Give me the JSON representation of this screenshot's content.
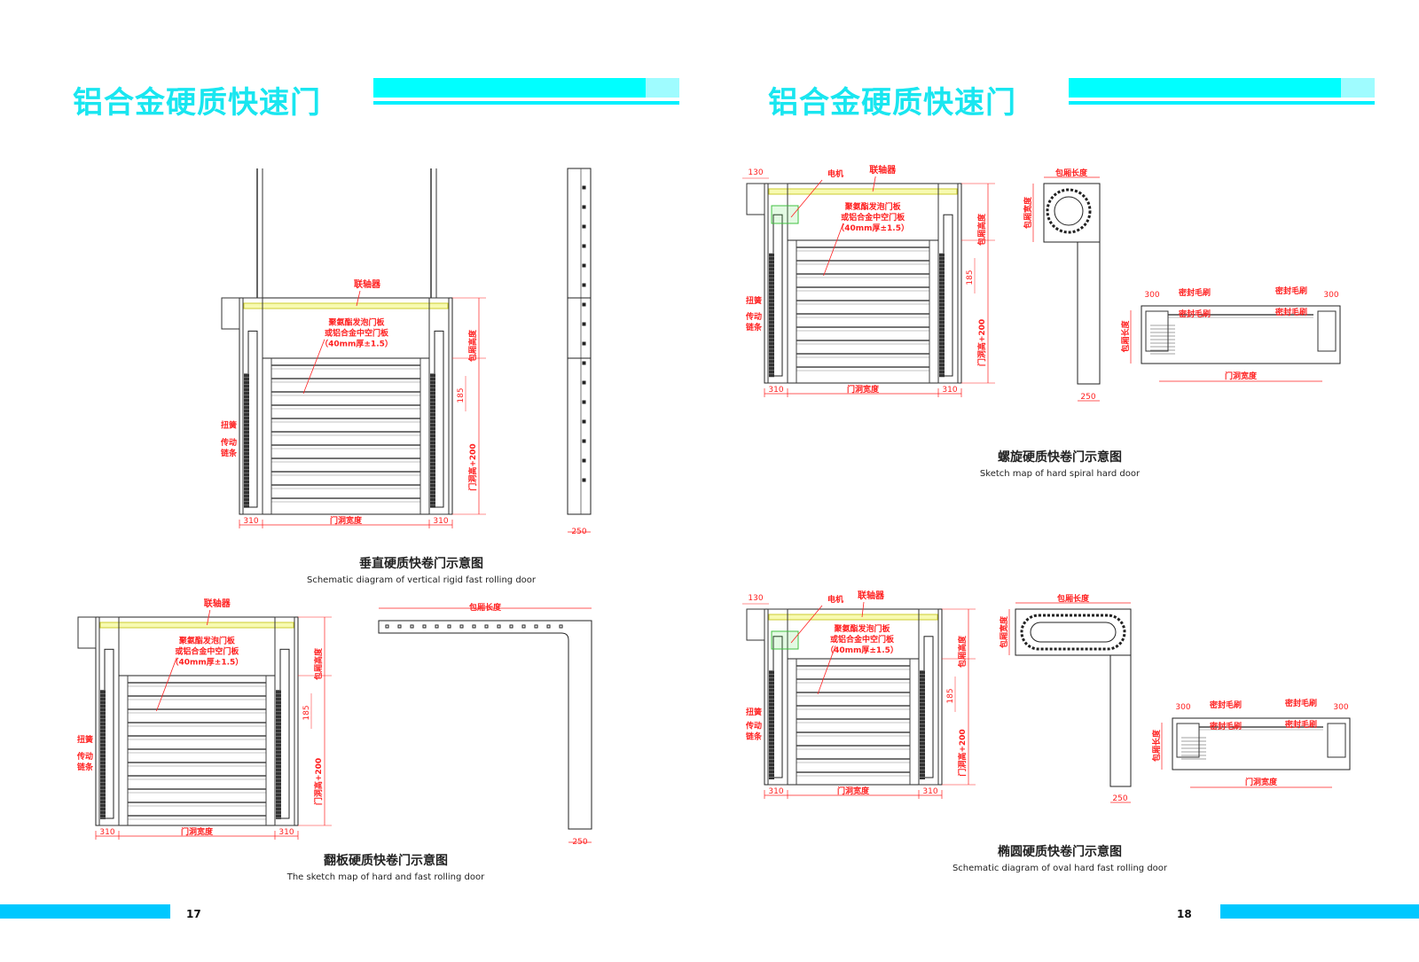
{
  "colors": {
    "accent": "#00ffff",
    "title": "#19e6f0",
    "dim": "#ff2020",
    "shaft": "#e8f020",
    "motor": "#40e040"
  },
  "pages": [
    {
      "title": "铝合金硬质快速门",
      "page_number": "17",
      "captions": [
        {
          "zh": "垂直硬质快卷门示意图",
          "en": "Schematic diagram of vertical rigid fast rolling door"
        },
        {
          "zh": "翻板硬质快卷门示意图",
          "en": "The sketch map of hard and fast rolling door"
        }
      ]
    },
    {
      "title": "铝合金硬质快速门",
      "page_number": "18",
      "captions": [
        {
          "zh": "螺旋硬质快卷门示意图",
          "en": "Sketch map of hard spiral hard door"
        },
        {
          "zh": "椭圆硬质快卷门示意图",
          "en": "Schematic diagram of oval hard fast rolling door"
        }
      ]
    }
  ],
  "labels": {
    "coupling": "联轴器",
    "motor": "电机",
    "panel": [
      "聚氨酯发泡门板",
      "或铝合金中空门板",
      "（40mm厚±1.5）"
    ],
    "torsion": "扭簧",
    "chain": [
      "传动",
      "链条"
    ],
    "width": "门洞宽度",
    "side": "310",
    "head": "包厢高度",
    "height": "门洞高+200",
    "pitch": "185",
    "depth": "250",
    "bracket": "130",
    "box_length": "包厢长度",
    "box_width": "包厢宽度",
    "brush": "密封毛刷",
    "brush_offset": "300"
  }
}
